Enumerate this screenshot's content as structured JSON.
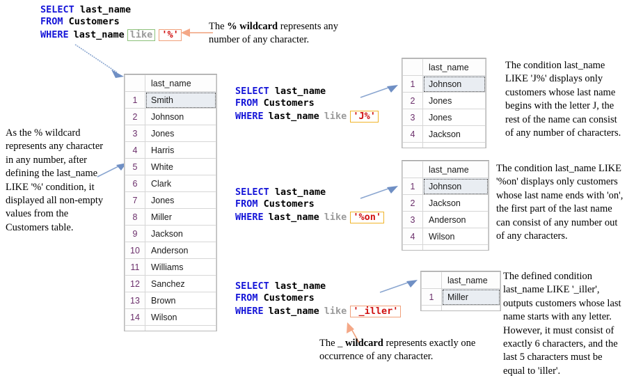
{
  "title": "SQL LIKE wildcard tutorial diagram",
  "queries": [
    {
      "id": "query-percent",
      "select_kw": "SELECT",
      "select_cols": "last_name",
      "from_kw": "FROM",
      "from_table": "Customers",
      "where_kw": "WHERE",
      "where_col": "last_name",
      "like_kw": "like",
      "pattern": "'%'"
    },
    {
      "id": "query-j-percent",
      "select_kw": "SELECT",
      "select_cols": "last_name",
      "from_kw": "FROM",
      "from_table": "Customers",
      "where_kw": "WHERE",
      "where_col": "last_name",
      "like_kw": "like",
      "pattern": "'J%'"
    },
    {
      "id": "query-percent-on",
      "select_kw": "SELECT",
      "select_cols": "last_name",
      "from_kw": "FROM",
      "from_table": "Customers",
      "where_kw": "WHERE",
      "where_col": "last_name",
      "like_kw": "like",
      "pattern": "'%on'"
    },
    {
      "id": "query-underscore-iller",
      "select_kw": "SELECT",
      "select_cols": "last_name",
      "from_kw": "FROM",
      "from_table": "Customers",
      "where_kw": "WHERE",
      "where_col": "last_name",
      "like_kw": "like",
      "pattern": "'_iller'"
    }
  ],
  "grids": [
    {
      "id": "grid-all",
      "column_header": "last_name",
      "rows": [
        {
          "num": "1",
          "value": "Smith"
        },
        {
          "num": "2",
          "value": "Johnson"
        },
        {
          "num": "3",
          "value": "Jones"
        },
        {
          "num": "4",
          "value": "Harris"
        },
        {
          "num": "5",
          "value": "White"
        },
        {
          "num": "6",
          "value": "Clark"
        },
        {
          "num": "7",
          "value": "Jones"
        },
        {
          "num": "8",
          "value": "Miller"
        },
        {
          "num": "9",
          "value": "Jackson"
        },
        {
          "num": "10",
          "value": "Anderson"
        },
        {
          "num": "11",
          "value": "Williams"
        },
        {
          "num": "12",
          "value": "Sanchez"
        },
        {
          "num": "13",
          "value": "Brown"
        },
        {
          "num": "14",
          "value": "Wilson"
        }
      ]
    },
    {
      "id": "grid-j-percent",
      "column_header": "last_name",
      "rows": [
        {
          "num": "1",
          "value": "Johnson"
        },
        {
          "num": "2",
          "value": "Jones"
        },
        {
          "num": "3",
          "value": "Jones"
        },
        {
          "num": "4",
          "value": "Jackson"
        }
      ]
    },
    {
      "id": "grid-percent-on",
      "column_header": "last_name",
      "rows": [
        {
          "num": "1",
          "value": "Johnson"
        },
        {
          "num": "2",
          "value": "Jackson"
        },
        {
          "num": "3",
          "value": "Anderson"
        },
        {
          "num": "4",
          "value": "Wilson"
        }
      ]
    },
    {
      "id": "grid-underscore-iller",
      "column_header": "last_name",
      "rows": [
        {
          "num": "1",
          "value": "Miller"
        }
      ]
    }
  ],
  "notes": {
    "percent_wildcard": {
      "lead": "The ",
      "bold": "% wildcard",
      "rest": " represents any number of any character."
    },
    "left_all_rows": "As the % wildcard represents any character in any number, after defining the last_name LIKE '%' condition, it displayed all non-empty values from the Customers table.",
    "j_percent": "The condition last_name LIKE 'J%' displays only customers whose last name begins with the letter J, the rest of the name can consist of any number of characters.",
    "percent_on": "The condition last_name LIKE '%on' displays only customers whose last name ends with 'on', the first part of the last name can consist of any number out of any characters.",
    "underscore_iller": "The defined condition last_name LIKE '_iller', outputs customers whose last name starts with any letter. However, it must consist of exactly 6 characters, and the last 5 characters must be equal to 'iller'.",
    "underscore_wildcard": {
      "lead": "The _ ",
      "bold": "wildcard",
      "rest": " represents exactly one occurrence of any character."
    }
  },
  "colors": {
    "keyword_blue": "#1515d8",
    "literal_red": "#d01010",
    "like_gray": "#9a9a9a",
    "box_green": "#8cc07a",
    "box_salmon": "#f0a07a",
    "box_gold": "#f0b429",
    "arrow_blue": "#6f8fc4",
    "arrow_salmon": "#f0a07a",
    "grid_selected_bg": "#e9edf2",
    "grid_rownum": "#6b2f6b"
  }
}
